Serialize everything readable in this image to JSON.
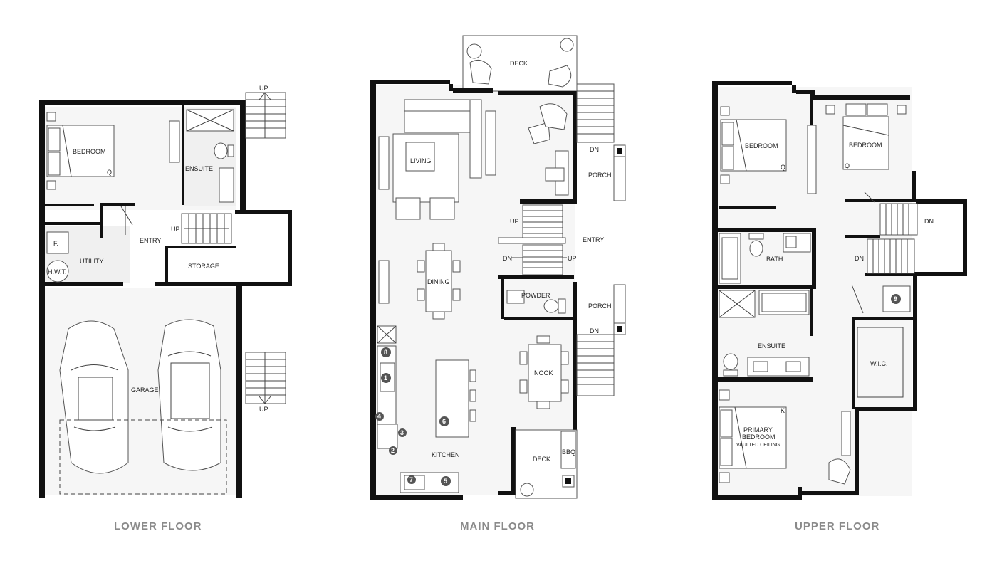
{
  "floors": {
    "lower": {
      "title": "LOWER FLOOR",
      "rooms": {
        "bedroom": "BEDROOM",
        "bed_size": "Q",
        "ensuite": "ENSUITE",
        "entry": "ENTRY",
        "utility": "UTILITY",
        "furnace": "F.",
        "hwt": "H.W.T.",
        "storage": "STORAGE",
        "garage": "GARAGE"
      },
      "stairs": {
        "up_top": "UP",
        "up_entry": "UP",
        "up_bottom": "UP"
      }
    },
    "main": {
      "title": "MAIN FLOOR",
      "rooms": {
        "deck_top": "DECK",
        "living": "LIVING",
        "porch_top": "PORCH",
        "entry": "ENTRY",
        "dining": "DINING",
        "powder": "POWDER",
        "porch_bottom": "PORCH",
        "nook": "NOOK",
        "kitchen": "KITCHEN",
        "deck_bottom": "DECK",
        "bbq": "BBQ"
      },
      "stairs": {
        "dn_porch_top": "DN",
        "up_stair": "UP",
        "dn_stair": "DN",
        "up_stair2": "UP",
        "dn_porch_bottom": "DN"
      },
      "appliance_badges": [
        "8",
        "1",
        "4",
        "3",
        "2",
        "6",
        "7",
        "5"
      ]
    },
    "upper": {
      "title": "UPPER FLOOR",
      "rooms": {
        "bedroom_left": "BEDROOM",
        "bedroom_left_size": "Q",
        "bedroom_right": "BEDROOM",
        "bedroom_right_size": "Q",
        "bath": "BATH",
        "ensuite": "ENSUITE",
        "wic": "W.I.C.",
        "primary_line1": "PRIMARY",
        "primary_line2": "BEDROOM",
        "primary_line3": "VAULTED CEILING",
        "primary_size": "K"
      },
      "stairs": {
        "dn_upper": "DN",
        "dn_lower": "DN"
      },
      "appliance_badges": [
        "9"
      ]
    }
  },
  "colors": {
    "wall": "#111111",
    "title": "#8a8a8a",
    "badge": "#555555"
  }
}
